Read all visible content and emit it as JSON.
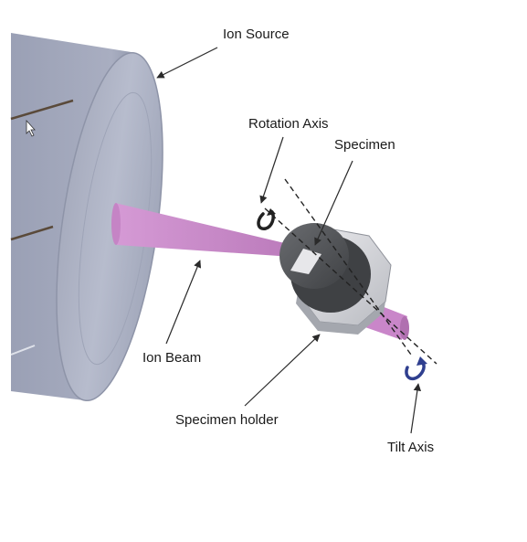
{
  "labels": {
    "ion_source": "Ion Source",
    "rotation_axis": "Rotation Axis",
    "specimen": "Specimen",
    "ion_beam": "Ion Beam",
    "specimen_holder": "Specimen holder",
    "tilt_axis": "Tilt Axis"
  },
  "colors": {
    "source_body": "#a3a9bd",
    "source_face": "#b4b9cb",
    "source_rim": "#8f95a9",
    "ion_beam": "#c98ac9",
    "specimen_body": "#55575b",
    "holder_plate": "#d9dade",
    "tilt_axis_arrow": "#2f3f8f",
    "rotation_axis_arrow": "#222222",
    "label_text": "#1a1a1a"
  },
  "icons": {
    "rotation_arrow": "curved-arrow-icon",
    "tilt_arrow": "curved-arrow-icon",
    "cursor": "mouse-pointer-icon"
  }
}
